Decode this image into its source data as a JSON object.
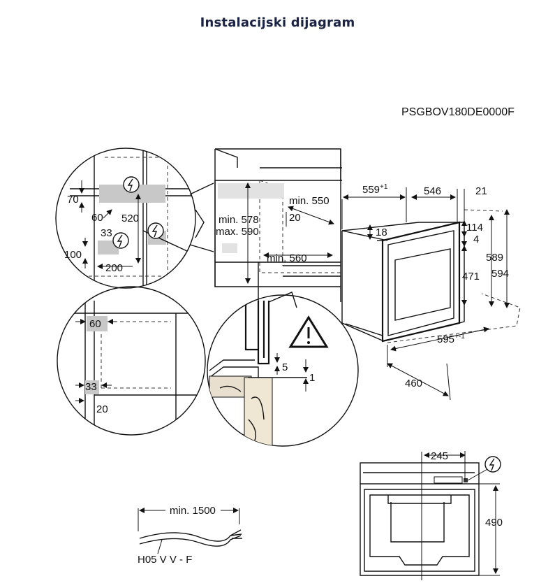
{
  "title": "Instalacijski dijagram",
  "model": "PSGBOV180DE0000F",
  "niche": {
    "min_height": "min. 578",
    "max_height": "max. 590",
    "min_depth": "min. 550",
    "min_width": "min. 560",
    "gap": "20"
  },
  "detail_top": {
    "d70": "70",
    "d60": "60",
    "d520": "520",
    "d33": "33",
    "d100": "100",
    "d200": "200"
  },
  "detail_bottom": {
    "d60": "60",
    "d33": "33",
    "d20": "20"
  },
  "appliance": {
    "width_top": "559",
    "width_top_sup": "+1",
    "depth": "546",
    "front": "21",
    "d18": "18",
    "d114": "114",
    "d4": "4",
    "d589": "589",
    "d594": "594",
    "d471": "471",
    "width_bottom": "595",
    "width_bottom_sup": "+-1",
    "d460": "460"
  },
  "install_detail": {
    "d5": "5",
    "d1": "1"
  },
  "cable": {
    "min_length": "min. 1500",
    "type": "H05 V V - F"
  },
  "rear": {
    "d245": "245",
    "d490": "490"
  },
  "icons": [
    "electric-warning-icon",
    "warning-triangle-icon"
  ]
}
